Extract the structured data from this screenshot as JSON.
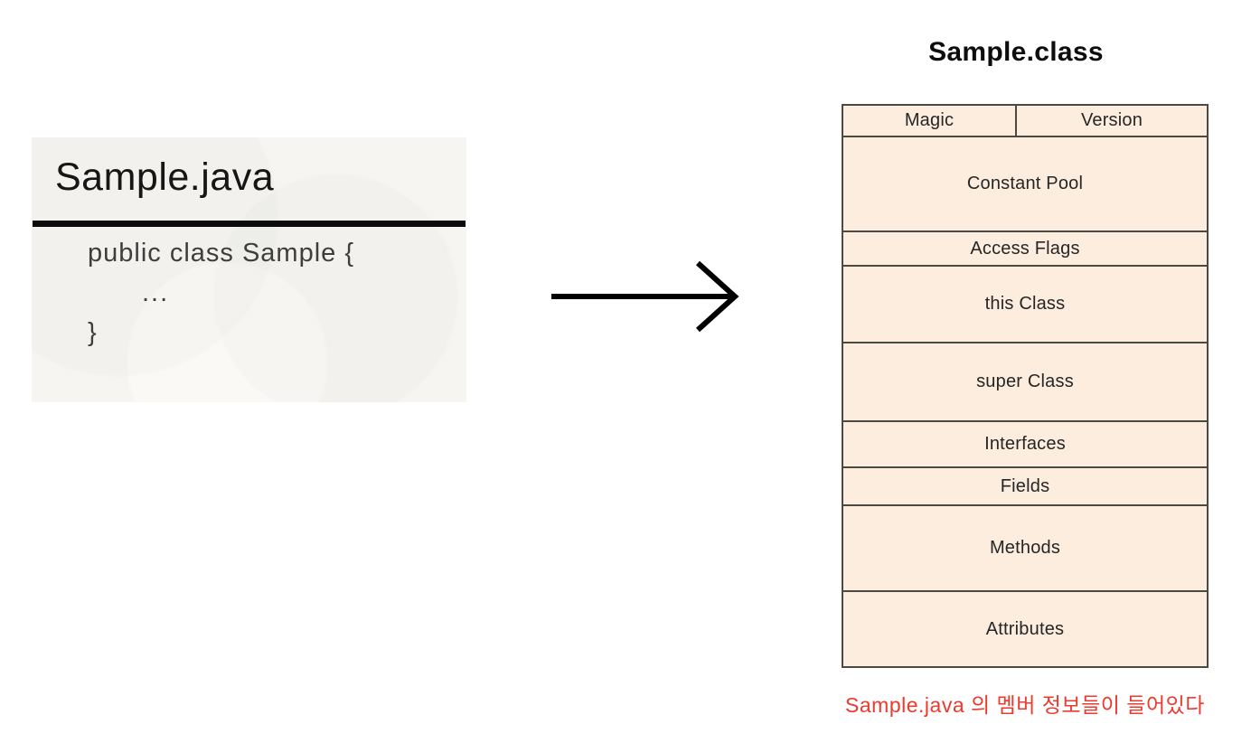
{
  "java_card": {
    "filename": "Sample.java",
    "code_lines": [
      "public class Sample {",
      "...",
      "}"
    ]
  },
  "arrow": {
    "icon": "right-arrow-icon",
    "meaning": "compiles-to"
  },
  "class_file": {
    "title": "Sample.class",
    "header_row": [
      "Magic",
      "Version"
    ],
    "rows": [
      "Constant Pool",
      "Access Flags",
      "this Class",
      "super Class",
      "Interfaces",
      "Fields",
      "Methods",
      "Attributes"
    ],
    "caption": "Sample.java 의 멤버 정보들이 들어있다"
  },
  "colors": {
    "cell_background": "#fcedde",
    "table_border": "#4a4a42",
    "caption_red": "#ee392d",
    "card_background": "#f6f5f1",
    "code_text": "#3e3e3e",
    "arrow_black": "#000000"
  }
}
